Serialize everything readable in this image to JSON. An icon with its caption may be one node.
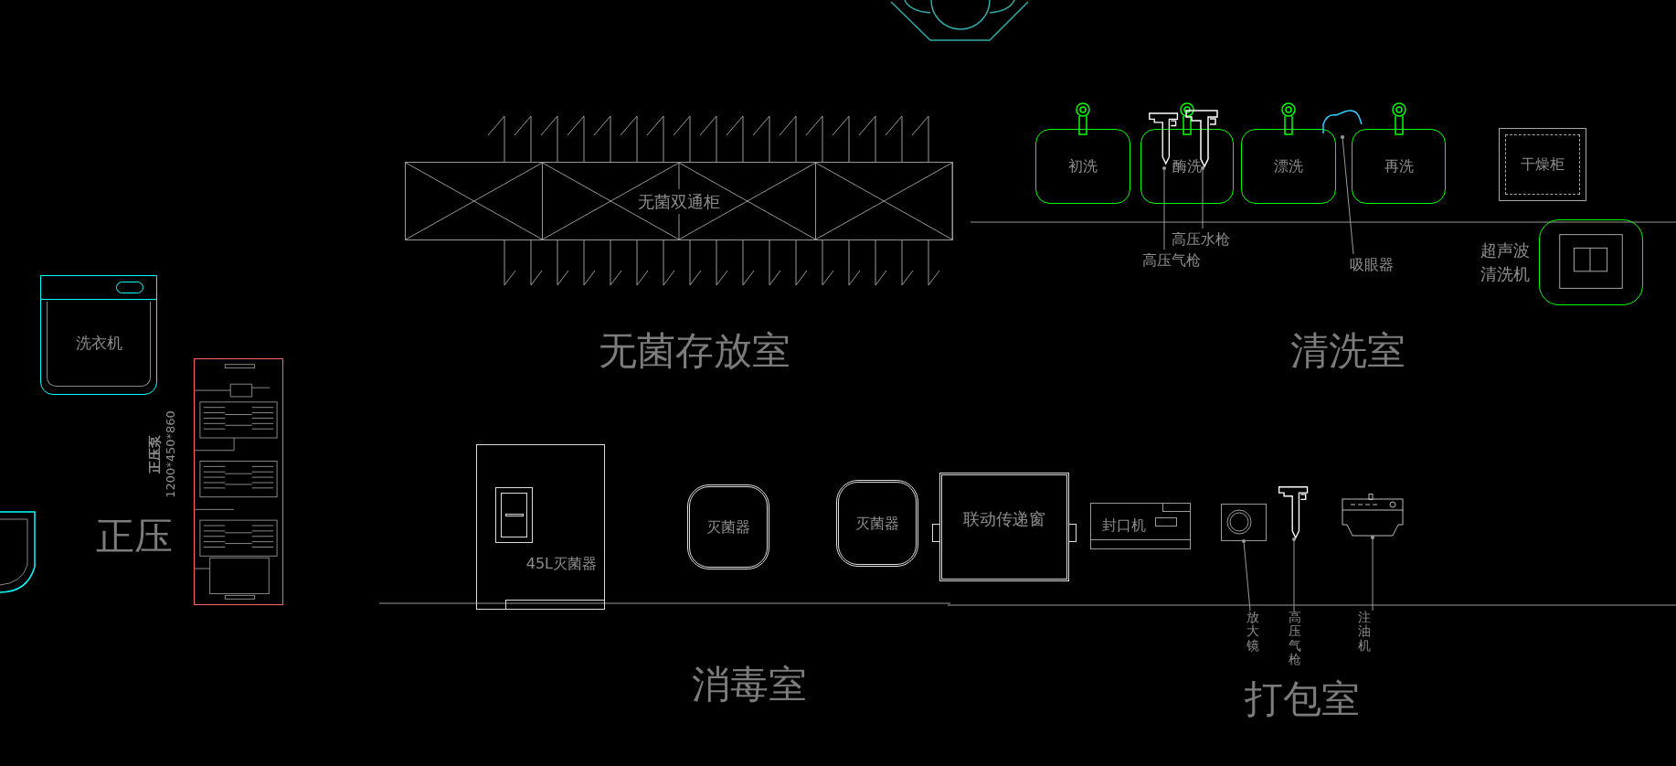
{
  "diagram": {
    "nodes": [
      {
        "text": [
          "初洗"
        ]
      },
      {
        "text": [
          "酶洗"
        ]
      },
      {
        "text": [
          "漂洗"
        ]
      },
      {
        "text": [
          "再洗"
        ]
      },
      {
        "text": [
          "干燥柜"
        ]
      },
      {
        "text": [
          "超声波清洗机"
        ]
      },
      {
        "text": [
          "高压水枪"
        ]
      },
      {
        "text": [
          "高压气枪"
        ]
      },
      {
        "text": [
          "吸眼器"
        ]
      },
      {
        "text": [],
        "shape": "picture"
      },
      {
        "text": [],
        "shape": "picture"
      },
      {
        "text": [],
        "shape": "picture"
      },
      {
        "text": [
          "无菌双通柜"
        ]
      },
      {
        "text": [
          "洗衣机"
        ]
      },
      {
        "text": [
          "正压泵",
          "1200*450*860"
        ]
      },
      {
        "text": [
          "45L灭菌器"
        ]
      },
      {
        "text": [
          "灭菌器"
        ]
      },
      {
        "text": [
          "灭菌器"
        ]
      },
      {
        "text": [
          "联动传递窗"
        ]
      },
      {
        "text": [
          "封口机"
        ]
      },
      {
        "text": [
          "放大镜"
        ]
      },
      {
        "text": [
          "高压气枪"
        ]
      },
      {
        "text": [
          "注油机"
        ]
      },
      {
        "text": [],
        "shape": "picture"
      },
      {
        "text": [],
        "shape": "picture"
      },
      {
        "text": [],
        "shape": "picture"
      }
    ],
    "edges": [
      {
        "from": 6,
        "to": 9,
        "arrow": "other"
      },
      {
        "from": 7,
        "to": 10,
        "arrow": "other"
      },
      {
        "from": 8,
        "to": 11,
        "arrow": "other"
      },
      {
        "from": 20,
        "to": 23,
        "arrow": "other"
      },
      {
        "from": 21,
        "to": 24,
        "arrow": "other"
      },
      {
        "from": 22,
        "to": 25,
        "arrow": "other"
      }
    ],
    "labels": [
      "无菌存放室",
      "清洗室",
      "正压",
      "消毒室",
      "打包室"
    ]
  }
}
